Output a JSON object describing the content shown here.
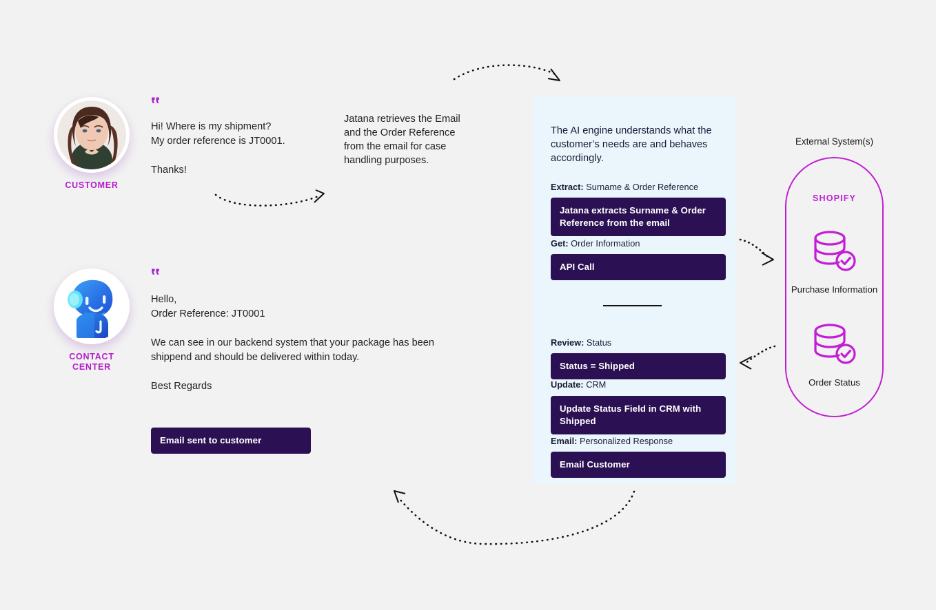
{
  "page": {
    "background_color": "#f2f2f2",
    "accent_magenta": "#c21fd4",
    "dark_button_color": "#2b1053",
    "panel_background": "#eaf6fc"
  },
  "customer": {
    "label": "CUSTOMER",
    "avatar_icon": "customer-photo-avatar",
    "quote_icon": "quote-mark-icon",
    "message": "Hi! Where is my shipment?\nMy order reference is JT0001.\n\nThanks!"
  },
  "contact_center": {
    "label": "CONTACT\nCENTER",
    "avatar_icon": "robot-mascot-avatar",
    "quote_icon": "quote-mark-icon",
    "message": "Hello,\nOrder Reference: JT0001\n\nWe can see in our backend system that your package has been\nshippend and should be delivered within today.\n\nBest Regards",
    "sent_badge": "Email sent to customer"
  },
  "annotation": {
    "retrieval_note": "Jatana retrieves the Email\nand the Order Reference\nfrom the email for case\nhandling purposes."
  },
  "ai_panel": {
    "intro": "The AI engine understands what the\ncustomer’s needs are and behaves\naccordingly.",
    "steps": [
      {
        "prefix": "Extract:",
        "suffix": " Surname & Order Reference",
        "action": "Jatana extracts Surname & Order Reference from the email"
      },
      {
        "prefix": "Get:",
        "suffix": " Order Information",
        "action": "API Call"
      },
      {
        "prefix": "Review:",
        "suffix": " Status",
        "action": "Status = Shipped"
      },
      {
        "prefix": "Update:",
        "suffix": " CRM",
        "action": "Update Status Field in CRM with Shipped"
      },
      {
        "prefix": "Email:",
        "suffix": " Personalized Response",
        "action": "Email Customer"
      }
    ]
  },
  "external_systems": {
    "label": "External System(s)",
    "title": "SHOPIFY",
    "databases": [
      {
        "icon": "database-check-icon",
        "caption": "Purchase Information"
      },
      {
        "icon": "database-check-icon",
        "caption": "Order Status"
      }
    ]
  },
  "arrows": [
    {
      "name": "arrow-customer-to-panel",
      "direction": "right-down"
    },
    {
      "name": "arrow-customer-message-to-note",
      "direction": "up-right"
    },
    {
      "name": "arrow-panel-to-shopify",
      "direction": "right"
    },
    {
      "name": "arrow-shopify-to-panel",
      "direction": "left"
    },
    {
      "name": "arrow-panel-to-contact-center",
      "direction": "up-left"
    }
  ]
}
